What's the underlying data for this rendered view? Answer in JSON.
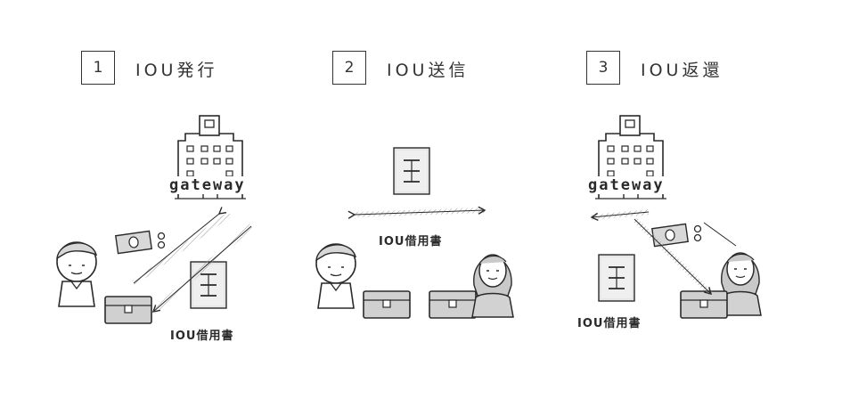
{
  "steps": [
    {
      "number": "1",
      "title": "IOU発行"
    },
    {
      "number": "2",
      "title": "IOU送信"
    },
    {
      "number": "3",
      "title": "IOU返還"
    }
  ],
  "labels": {
    "gateway": "gateway",
    "iou_document": "IOU借用書"
  },
  "colors": {
    "ink": "#2a2a2a",
    "shade": "#bdbdbd",
    "paper": "#ffffff"
  }
}
